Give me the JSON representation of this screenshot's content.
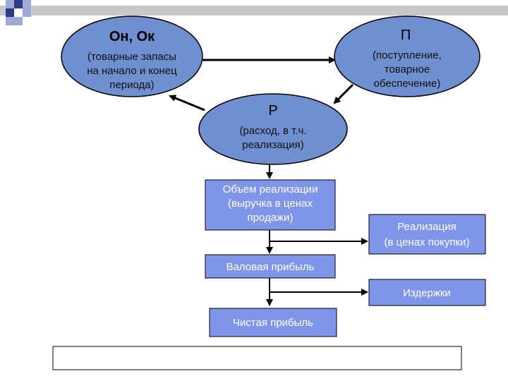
{
  "colors": {
    "ellipse_fill": "#6f8fd0",
    "box_fill": "#7f95e8",
    "outline": "#000000",
    "arrow": "#000000",
    "bar_light": "#9fa8d6",
    "bar_dark": "#2e3a8a",
    "bar_gray": "#c8c8c8"
  },
  "nodes": {
    "on_ok": {
      "title": "Он, Ок",
      "lines": [
        "(товарные запасы",
        "на начало и конец",
        "периода)"
      ]
    },
    "p": {
      "title": "П",
      "lines": [
        "(поступление,",
        "товарное",
        "обеспечение)"
      ]
    },
    "r": {
      "title": "Р",
      "lines": [
        "(расход, в т.ч.",
        "реализация)"
      ]
    },
    "volume": {
      "lines": [
        "Объем  реализации",
        "(выручка в ценах",
        "продажи)"
      ]
    },
    "realization_purchase": {
      "lines": [
        "Реализация",
        "(в ценах покупки)"
      ]
    },
    "gross_profit": {
      "label": "Валовая прибыль"
    },
    "costs": {
      "label": "Издержки"
    },
    "net_profit": {
      "label": "Чистая прибыль"
    }
  }
}
